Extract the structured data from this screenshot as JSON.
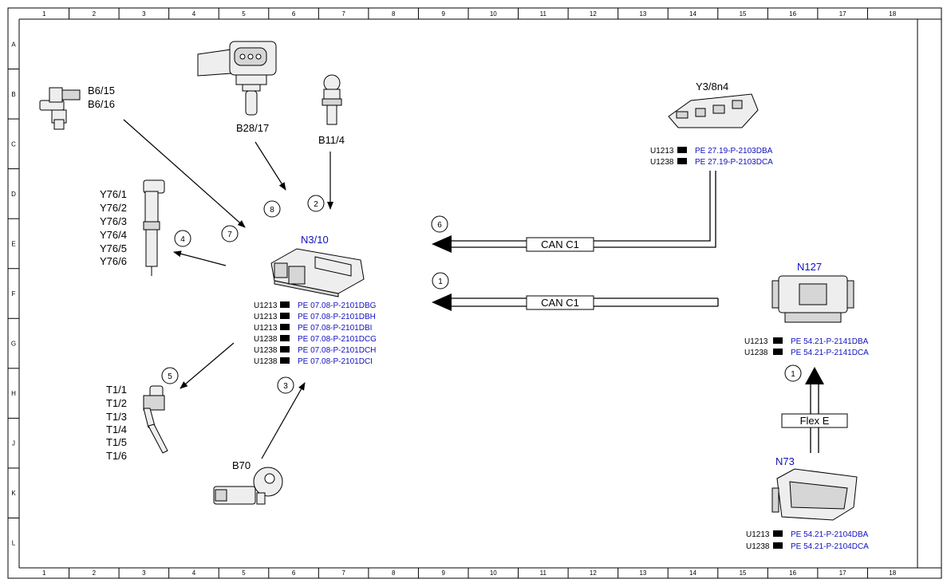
{
  "grid": {
    "columns": [
      "1",
      "2",
      "3",
      "4",
      "5",
      "6",
      "7",
      "8",
      "9",
      "10",
      "11",
      "12",
      "13",
      "14",
      "15",
      "16",
      "17",
      "18"
    ],
    "rows": [
      "A",
      "B",
      "C",
      "D",
      "E",
      "F",
      "G",
      "H",
      "J",
      "K",
      "L"
    ]
  },
  "components": {
    "b6": {
      "labels": [
        "B6/15",
        "B6/16"
      ]
    },
    "b28": {
      "label": "B28/17"
    },
    "b11": {
      "label": "B11/4"
    },
    "y76": {
      "labels": [
        "Y76/1",
        "Y76/2",
        "Y76/3",
        "Y76/4",
        "Y76/5",
        "Y76/6"
      ]
    },
    "n310": {
      "label": "N3/10",
      "refs": [
        {
          "code": "U1213",
          "doc": "PE 07.08-P-2101DBG"
        },
        {
          "code": "U1213",
          "doc": "PE 07.08-P-2101DBH"
        },
        {
          "code": "U1213",
          "doc": "PE 07.08-P-2101DBI"
        },
        {
          "code": "U1238",
          "doc": "PE 07.08-P-2101DCG"
        },
        {
          "code": "U1238",
          "doc": "PE 07.08-P-2101DCH"
        },
        {
          "code": "U1238",
          "doc": "PE 07.08-P-2101DCI"
        }
      ]
    },
    "y38": {
      "label": "Y3/8n4",
      "refs": [
        {
          "code": "U1213",
          "doc": "PE 27.19-P-2103DBA"
        },
        {
          "code": "U1238",
          "doc": "PE 27.19-P-2103DCA"
        }
      ]
    },
    "n127": {
      "label": "N127",
      "refs": [
        {
          "code": "U1213",
          "doc": "PE 54.21-P-2141DBA"
        },
        {
          "code": "U1238",
          "doc": "PE 54.21-P-2141DCA"
        }
      ]
    },
    "n73": {
      "label": "N73",
      "refs": [
        {
          "code": "U1213",
          "doc": "PE 54.21-P-2104DBA"
        },
        {
          "code": "U1238",
          "doc": "PE 54.21-P-2104DCA"
        }
      ]
    },
    "t1": {
      "labels": [
        "T1/1",
        "T1/2",
        "T1/3",
        "T1/4",
        "T1/5",
        "T1/6"
      ]
    },
    "b70": {
      "label": "B70"
    }
  },
  "buses": {
    "can_top": "CAN C1",
    "can_bottom": "CAN C1",
    "flex": "Flex E"
  },
  "markers": {
    "m1": "1",
    "m1b": "1",
    "m2": "2",
    "m3": "3",
    "m4": "4",
    "m5": "5",
    "m6": "6",
    "m7": "7",
    "m8": "8"
  }
}
